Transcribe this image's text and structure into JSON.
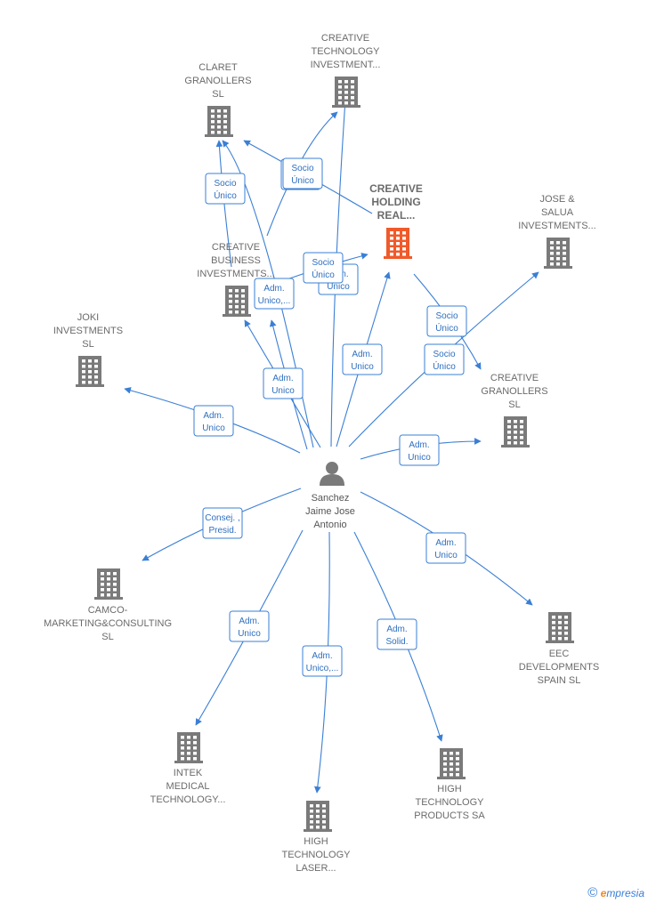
{
  "colors": {
    "edge": "#3a7fd5",
    "company_icon": "#7a7a7a",
    "focus_icon": "#f05a2a",
    "person_icon": "#7a7a7a"
  },
  "person": {
    "id": "person",
    "label_lines": [
      "Sanchez",
      "Jaime Jose",
      "Antonio"
    ],
    "icon": "person-icon"
  },
  "companies": [
    {
      "id": "creative-tech",
      "label_lines": [
        "CREATIVE",
        "TECHNOLOGY",
        "INVESTMENT..."
      ],
      "icon": "building-icon"
    },
    {
      "id": "claret",
      "label_lines": [
        "CLARET",
        "GRANOLLERS",
        "SL"
      ],
      "icon": "building-icon"
    },
    {
      "id": "creative-holding",
      "label_lines": [
        "CREATIVE",
        "HOLDING",
        "REAL..."
      ],
      "icon": "building-icon",
      "focus": true
    },
    {
      "id": "jose-salua",
      "label_lines": [
        "JOSE &",
        "SALUA",
        "INVESTMENTS..."
      ],
      "icon": "building-icon"
    },
    {
      "id": "creative-business",
      "label_lines": [
        "CREATIVE",
        "BUSINESS",
        "INVESTMENTS..."
      ],
      "icon": "building-icon"
    },
    {
      "id": "joki",
      "label_lines": [
        "JOKI",
        "INVESTMENTS",
        "SL"
      ],
      "icon": "building-icon"
    },
    {
      "id": "creative-granollers",
      "label_lines": [
        "CREATIVE",
        "GRANOLLERS",
        "SL"
      ],
      "icon": "building-icon"
    },
    {
      "id": "camco",
      "label_lines": [
        "CAMCO-",
        "MARKETING&CONSULTING",
        "SL"
      ],
      "icon": "building-icon"
    },
    {
      "id": "eec",
      "label_lines": [
        "EEC",
        "DEVELOPMENTS",
        "SPAIN  SL"
      ],
      "icon": "building-icon"
    },
    {
      "id": "intek",
      "label_lines": [
        "INTEK",
        "MEDICAL",
        "TECHNOLOGY..."
      ],
      "icon": "building-icon"
    },
    {
      "id": "high-tech-products",
      "label_lines": [
        "HIGH",
        "TECHNOLOGY",
        "PRODUCTS SA"
      ],
      "icon": "building-icon"
    },
    {
      "id": "high-tech-laser",
      "label_lines": [
        "HIGH",
        "TECHNOLOGY",
        "LASER..."
      ],
      "icon": "building-icon"
    }
  ],
  "edges": [
    {
      "from": "person",
      "to": "creative-tech",
      "label_lines": []
    },
    {
      "from": "person",
      "to": "claret",
      "label_lines": [
        "Socio",
        "Único"
      ]
    },
    {
      "from": "creative-business",
      "to": "claret",
      "label_lines": []
    },
    {
      "from": "creative-holding",
      "to": "claret",
      "label_lines": [
        "Socio",
        "Único"
      ]
    },
    {
      "from": "creative-business",
      "to": "creative-tech",
      "label_lines": [
        "Socio",
        "Único"
      ]
    },
    {
      "from": "creative-business",
      "to": "creative-holding",
      "label_lines": [
        "Socio",
        "Único"
      ]
    },
    {
      "from": "person",
      "to": "creative-business-label",
      "label_lines": [
        "Adm.",
        "Unico,..."
      ]
    },
    {
      "from": "person",
      "to": "creative-holding",
      "label_lines": [
        "Adm.",
        "Unico"
      ]
    },
    {
      "from": "creative-holding",
      "to": "creative-granollers",
      "label_lines": [
        "Socio",
        "Único"
      ]
    },
    {
      "from": "person",
      "to": "jose-salua",
      "label_lines": [
        "Socio",
        "Único"
      ]
    },
    {
      "from": "person",
      "to": "creative-business",
      "label_lines": [
        "Adm.",
        "Unico"
      ]
    },
    {
      "from": "person",
      "to": "joki",
      "label_lines": [
        "Adm.",
        "Unico"
      ]
    },
    {
      "from": "person",
      "to": "creative-granollers",
      "label_lines": [
        "Adm.",
        "Unico"
      ]
    },
    {
      "from": "person",
      "to": "camco",
      "label_lines": [
        "Consej. ,",
        "Presid."
      ]
    },
    {
      "from": "person",
      "to": "eec",
      "label_lines": [
        "Adm.",
        "Unico"
      ]
    },
    {
      "from": "person",
      "to": "intek",
      "label_lines": [
        "Adm.",
        "Unico"
      ]
    },
    {
      "from": "person",
      "to": "high-tech-laser",
      "label_lines": [
        "Adm.",
        "Unico,..."
      ]
    },
    {
      "from": "person",
      "to": "high-tech-products",
      "label_lines": [
        "Adm.",
        "Solid."
      ]
    }
  ],
  "hidden_labels": [
    {
      "label_lines": [
        "Adm.",
        "Unico"
      ]
    }
  ],
  "footer": {
    "copyright_symbol": "©",
    "brand_initial": "e",
    "brand_rest": "mpresia"
  }
}
